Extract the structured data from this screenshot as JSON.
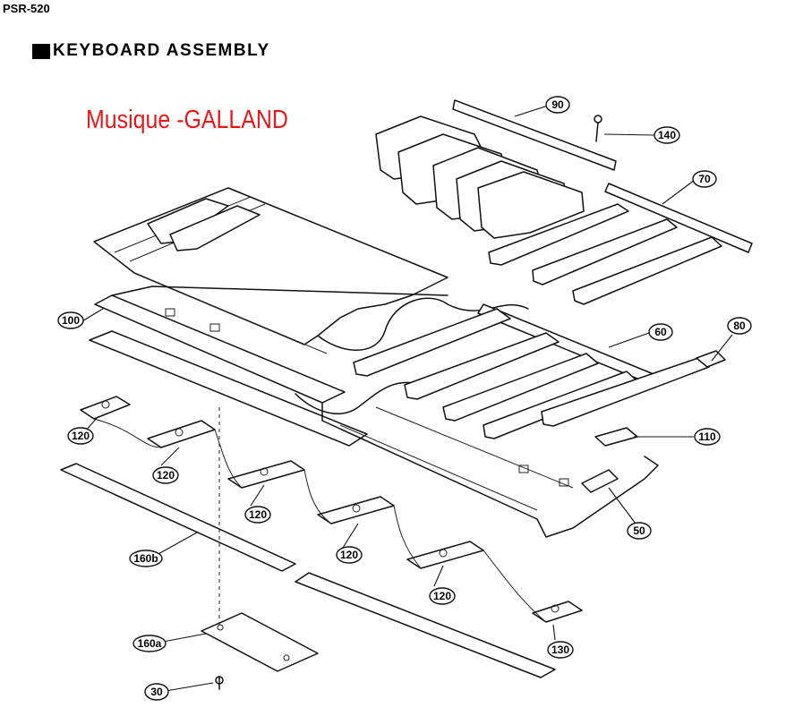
{
  "header": {
    "model": "PSR-520",
    "section_title": "KEYBOARD ASSEMBLY"
  },
  "watermark": {
    "text": "Musique -GALLAND",
    "color": "#e31b1b"
  },
  "callouts": [
    {
      "id": "c90",
      "label": "90"
    },
    {
      "id": "c140",
      "label": "140"
    },
    {
      "id": "c70",
      "label": "70"
    },
    {
      "id": "c100",
      "label": "100"
    },
    {
      "id": "c60",
      "label": "60"
    },
    {
      "id": "c80",
      "label": "80"
    },
    {
      "id": "c110",
      "label": "110"
    },
    {
      "id": "c50",
      "label": "50"
    },
    {
      "id": "c120a",
      "label": "120"
    },
    {
      "id": "c120b",
      "label": "120"
    },
    {
      "id": "c120c",
      "label": "120"
    },
    {
      "id": "c120d",
      "label": "120"
    },
    {
      "id": "c120e",
      "label": "120"
    },
    {
      "id": "c130",
      "label": "130"
    },
    {
      "id": "c160b",
      "label": "160b"
    },
    {
      "id": "c160a",
      "label": "160a"
    },
    {
      "id": "c30",
      "label": "30"
    }
  ]
}
